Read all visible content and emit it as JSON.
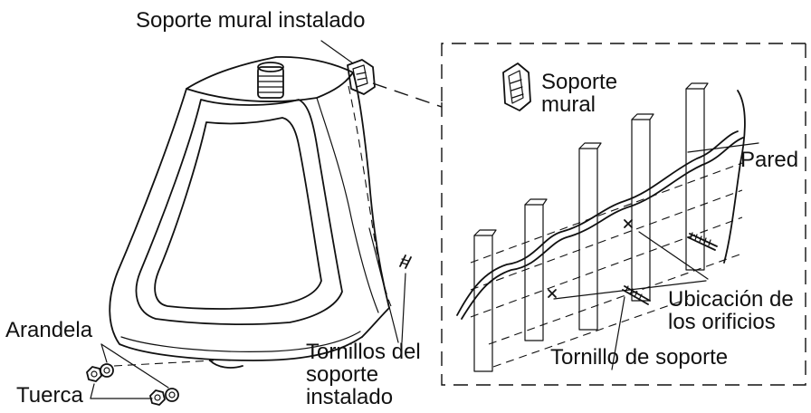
{
  "labels": {
    "soporte_mural_instalado": "Soporte mural instalado",
    "soporte_mural": "Soporte\nmural",
    "pared": "Pared",
    "ubicacion": "Ubicación de\nlos orificios",
    "tornillo_soporte": "Tornillo de soporte",
    "tornillos_instalado": "Tornillos del\nsoporte\ninstalado",
    "arandela": "Arandela",
    "tuerca": "Tuerca"
  },
  "icons": [
    "urinal-illustration",
    "wall-bracket-icon",
    "stud-wall-illustration",
    "bolt-icon",
    "washer-icon",
    "nut-icon"
  ],
  "colors": {
    "line": "#111111",
    "background": "#ffffff"
  }
}
